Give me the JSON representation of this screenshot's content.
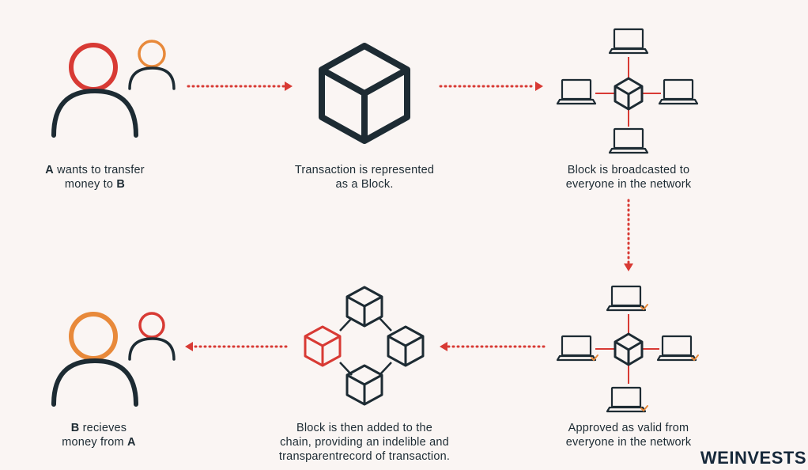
{
  "colors": {
    "dark": "#1d2b33",
    "red": "#d83a34",
    "orange": "#e8893a",
    "background": "#faf5f3"
  },
  "steps": [
    {
      "bold_a": "A",
      "line1": " wants to transfer",
      "line2": "money to ",
      "bold_b": "B"
    },
    {
      "line1": "Transaction is represented",
      "line2": "as a Block."
    },
    {
      "line1": "Block is broadcasted to",
      "line2": "everyone in the network"
    },
    {
      "line1": "Approved as valid from",
      "line2": "everyone in the network"
    },
    {
      "line1": "Block is then added to the",
      "line2": "chain, providing an indelible and",
      "line3": "transparentrecord of transaction."
    },
    {
      "bold_b": "B",
      "line1": " recieves",
      "line2": "money from ",
      "bold_a": "A"
    }
  ],
  "brand": "WEINVESTS"
}
